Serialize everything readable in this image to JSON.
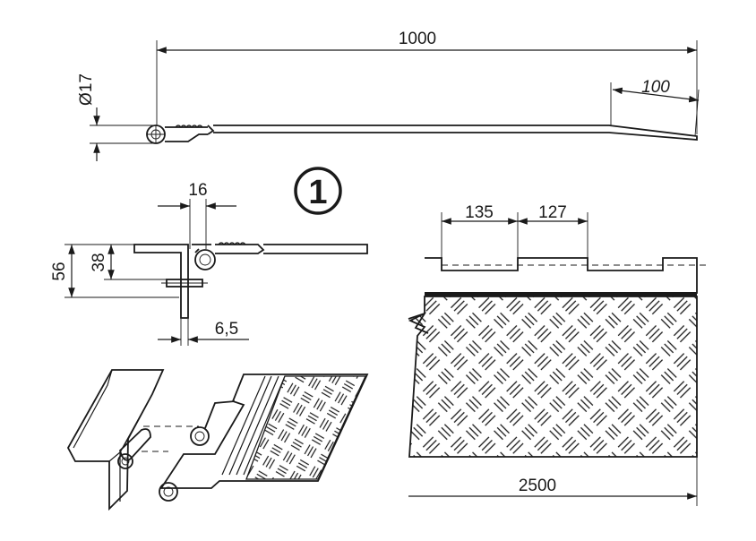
{
  "figure_number": "1",
  "colors": {
    "ink": "#1a1a1a",
    "paper": "#ffffff"
  },
  "top_view": {
    "total_length": "1000",
    "tip_length": "100",
    "hinge_diameter": "Ø17"
  },
  "hinge_detail": {
    "hinge_width": "16",
    "height_outer": "56",
    "height_inner": "38",
    "plate_thickness": "6,5"
  },
  "section_view": {
    "segment_a": "135",
    "segment_b": "127",
    "total_width": "2500"
  }
}
